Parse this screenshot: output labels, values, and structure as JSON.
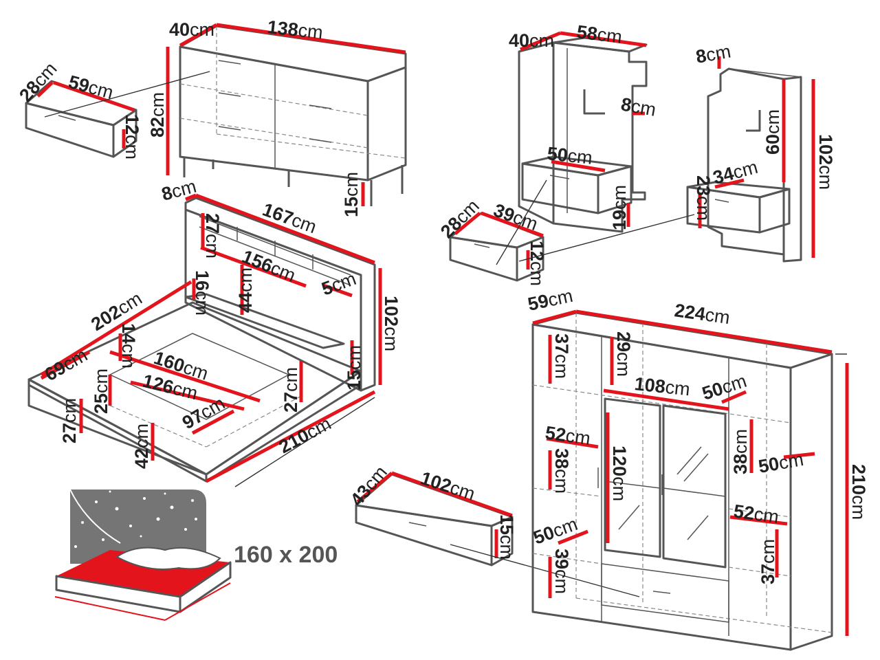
{
  "colors": {
    "accent": "#e3141c",
    "outline": "#555555",
    "text": "#222222",
    "sheet": "#ffffff",
    "starry": "#757575"
  },
  "icons": {
    "bed": "bed-icon"
  },
  "dresser": {
    "labels": [
      {
        "num": "40",
        "unit": "cm"
      },
      {
        "num": "138",
        "unit": "cm"
      },
      {
        "num": "82",
        "unit": "cm"
      },
      {
        "num": "15",
        "unit": "cm"
      }
    ],
    "drawer_labels": [
      {
        "num": "28",
        "unit": "cm"
      },
      {
        "num": "59",
        "unit": "cm"
      },
      {
        "num": "12",
        "unit": "cm"
      }
    ]
  },
  "hallway_panel": {
    "labels": [
      {
        "num": "40",
        "unit": "cm"
      },
      {
        "num": "58",
        "unit": "cm"
      },
      {
        "num": "8",
        "unit": "cm"
      },
      {
        "num": "50",
        "unit": "cm"
      },
      {
        "num": "19",
        "unit": "cm"
      }
    ],
    "drawer_labels": [
      {
        "num": "28",
        "unit": "cm"
      },
      {
        "num": "39",
        "unit": "cm"
      },
      {
        "num": "12",
        "unit": "cm"
      }
    ]
  },
  "nightstand_panel": {
    "labels": [
      {
        "num": "8",
        "unit": "cm"
      },
      {
        "num": "60",
        "unit": "cm"
      },
      {
        "num": "102",
        "unit": "cm"
      },
      {
        "num": "34",
        "unit": "cm"
      },
      {
        "num": "23",
        "unit": "cm"
      }
    ]
  },
  "bed": {
    "labels": [
      {
        "num": "8",
        "unit": "cm"
      },
      {
        "num": "167",
        "unit": "cm"
      },
      {
        "num": "27",
        "unit": "cm"
      },
      {
        "num": "156",
        "unit": "cm"
      },
      {
        "num": "44",
        "unit": "cm"
      },
      {
        "num": "5",
        "unit": "cm"
      },
      {
        "num": "102",
        "unit": "cm"
      },
      {
        "num": "16",
        "unit": "cm"
      },
      {
        "num": "202",
        "unit": "cm"
      },
      {
        "num": "14",
        "unit": "cm"
      },
      {
        "num": "69",
        "unit": "cm"
      },
      {
        "num": "160",
        "unit": "cm"
      },
      {
        "num": "126",
        "unit": "cm"
      },
      {
        "num": "25",
        "unit": "cm"
      },
      {
        "num": "97",
        "unit": "cm"
      },
      {
        "num": "27",
        "unit": "cm"
      },
      {
        "num": "15",
        "unit": "cm"
      },
      {
        "num": "27",
        "unit": "cm"
      },
      {
        "num": "42",
        "unit": "cm"
      },
      {
        "num": "210",
        "unit": "cm"
      }
    ]
  },
  "mattress": {
    "size": "160 x 200"
  },
  "bed_drawer": {
    "labels": [
      {
        "num": "43",
        "unit": "cm"
      },
      {
        "num": "102",
        "unit": "cm"
      },
      {
        "num": "15",
        "unit": "cm"
      }
    ]
  },
  "wardrobe": {
    "labels": [
      {
        "num": "59",
        "unit": "cm"
      },
      {
        "num": "224",
        "unit": "cm"
      },
      {
        "num": "37",
        "unit": "cm"
      },
      {
        "num": "29",
        "unit": "cm"
      },
      {
        "num": "108",
        "unit": "cm"
      },
      {
        "num": "50",
        "unit": "cm"
      },
      {
        "num": "52",
        "unit": "cm"
      },
      {
        "num": "38",
        "unit": "cm"
      },
      {
        "num": "120",
        "unit": "cm"
      },
      {
        "num": "38",
        "unit": "cm"
      },
      {
        "num": "50",
        "unit": "cm"
      },
      {
        "num": "52",
        "unit": "cm"
      },
      {
        "num": "50",
        "unit": "cm"
      },
      {
        "num": "39",
        "unit": "cm"
      },
      {
        "num": "37",
        "unit": "cm"
      },
      {
        "num": "210",
        "unit": "cm"
      }
    ]
  }
}
